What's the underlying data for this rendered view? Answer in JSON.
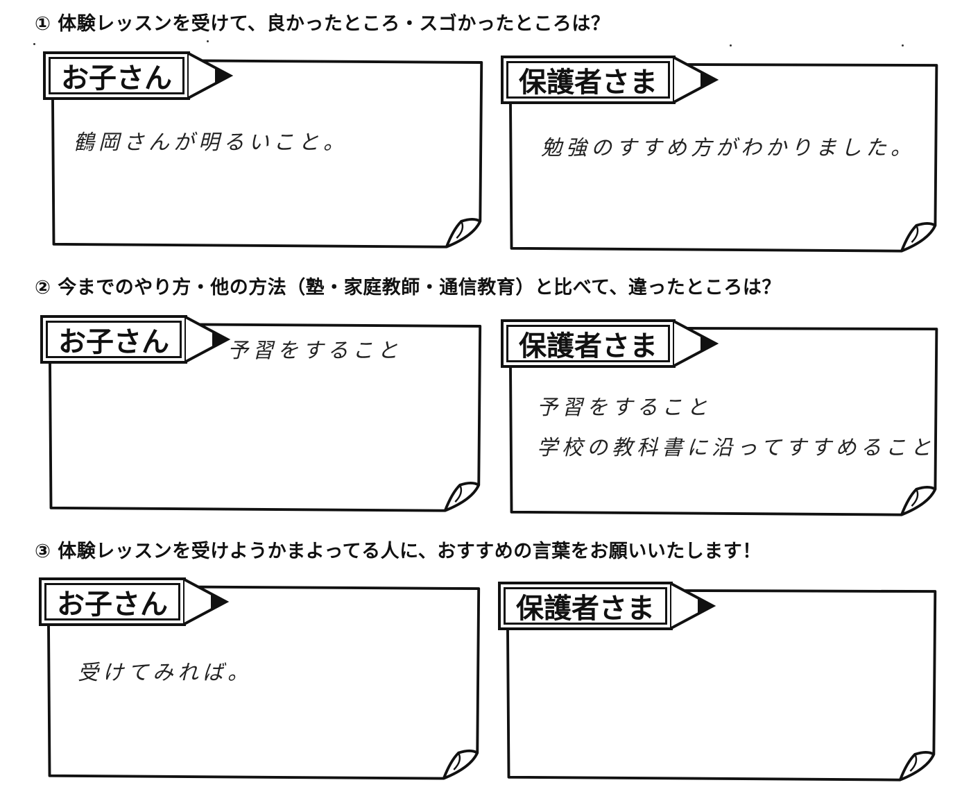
{
  "questions": [
    {
      "label": "① 体験レッスンを受けて、良かったところ・スゴかったところは？",
      "child_tag": "お子さん",
      "parent_tag": "保護者さま",
      "child_answer": [
        "鶴岡さんが明るいこと。"
      ],
      "parent_answer": [
        "勉強のすすめ方がわかりました。"
      ]
    },
    {
      "label": "② 今までのやり方・他の方法（塾・家庭教師・通信教育）と比べて、違ったところは？",
      "child_tag": "お子さん",
      "parent_tag": "保護者さま",
      "child_answer": [
        "予習をすること"
      ],
      "parent_answer": [
        "予習をすること",
        "学校の教科書に沿ってすすめること"
      ]
    },
    {
      "label": "③ 体験レッスンを受けようかまよってる人に、おすすめの言葉をお願いいたします！",
      "child_tag": "お子さん",
      "parent_tag": "保護者さま",
      "child_answer": [
        "受けてみれば。"
      ],
      "parent_answer": []
    }
  ]
}
